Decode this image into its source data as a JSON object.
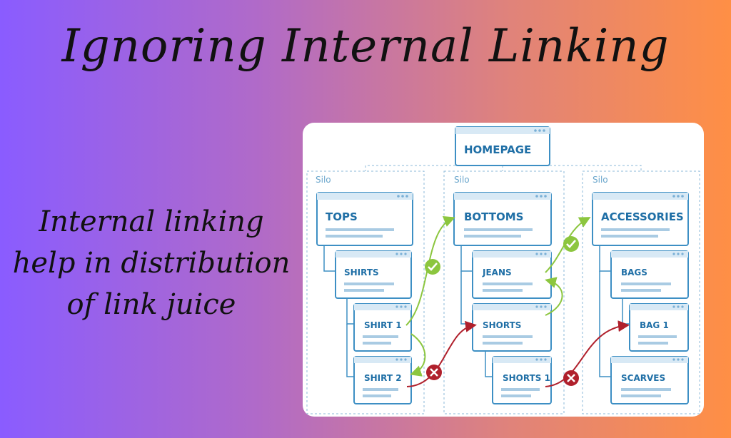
{
  "title": "Ignoring Internal Linking",
  "subtitle_lines": [
    "Internal linking",
    "help in distribution",
    "of link juice"
  ],
  "diagram": {
    "homepage": "HOMEPAGE",
    "silo_label": "Silo",
    "silos": [
      {
        "category": "TOPS",
        "pages": [
          "SHIRTS",
          "SHIRT 1",
          "SHIRT 2"
        ]
      },
      {
        "category": "BOTTOMS",
        "pages": [
          "JEANS",
          "SHORTS",
          "SHORTS 1"
        ]
      },
      {
        "category": "ACCESSORIES",
        "pages": [
          "BAGS",
          "BAG 1",
          "SCARVES"
        ]
      }
    ],
    "colors": {
      "box_border": "#3d8fc4",
      "text": "#1f6fa6",
      "good_link": "#8cc63f",
      "bad_link": "#b0202c"
    },
    "legend_icons": {
      "good": "check-icon",
      "bad": "cross-icon"
    }
  }
}
